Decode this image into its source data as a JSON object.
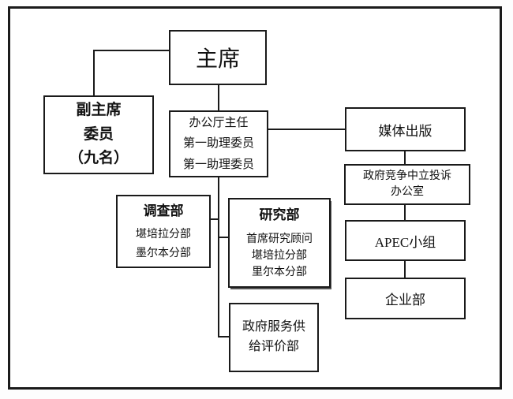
{
  "colors": {
    "line": "#1a1a1a",
    "background": "#ffffff"
  },
  "org_chart": {
    "nodes": {
      "chairman": {
        "lines": [
          "主席"
        ]
      },
      "vice_chairman": {
        "lines": [
          "副主席",
          "委员",
          "（九名）"
        ]
      },
      "office": {
        "lines": [
          "办公厅主任",
          "第一助理委员",
          "第一助理委员"
        ]
      },
      "media_publishing": {
        "lines": [
          "媒体出版"
        ]
      },
      "complaints_office": {
        "lines": [
          "政府竞争中立投诉",
          "办公室"
        ]
      },
      "apec_group": {
        "lines": [
          "APEC小组"
        ]
      },
      "enterprise_dept": {
        "lines": [
          "企业部"
        ]
      },
      "investigation_dept": {
        "lines": [
          "调查部",
          "堪培拉分部",
          "墨尔本分部"
        ]
      },
      "research_dept": {
        "lines": [
          "研究部",
          "首席研究顾问",
          "堪培拉分部",
          "里尔本分部"
        ]
      },
      "gov_service_dept": {
        "lines": [
          "政府服务供",
          "给评价部"
        ]
      }
    }
  }
}
